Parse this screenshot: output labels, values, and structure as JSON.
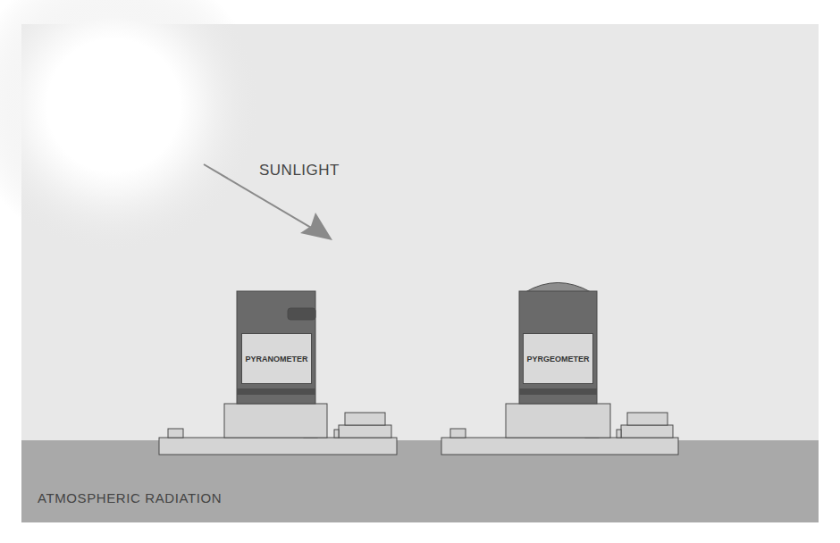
{
  "diagram": {
    "nodes": [
      {
        "text": [
          "PYRANOMETER"
        ]
      },
      {
        "text": [
          "PYRGEOMETER"
        ]
      }
    ],
    "labels": [
      "SUNLIGHT",
      "ATMOSPHERIC RADIATION"
    ]
  }
}
